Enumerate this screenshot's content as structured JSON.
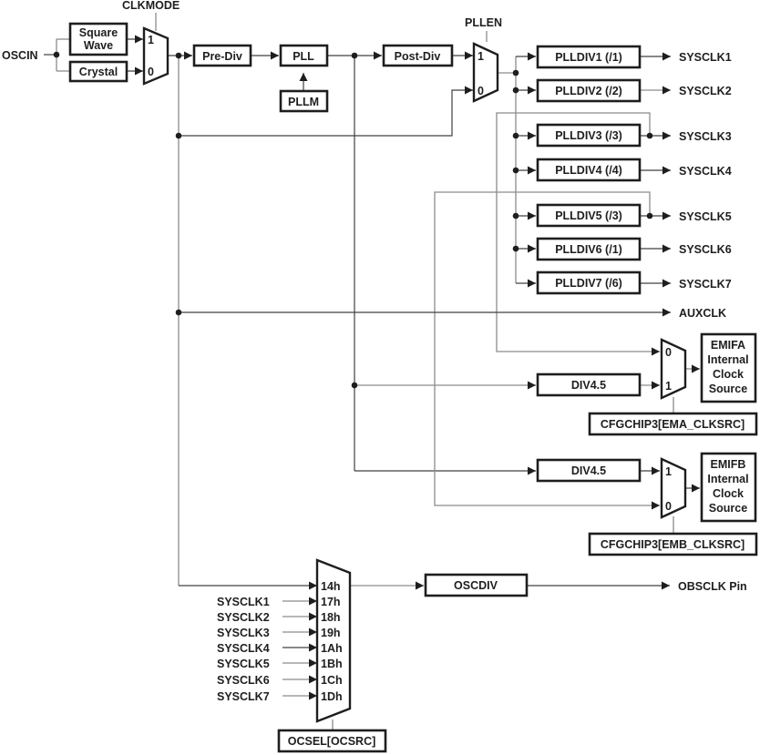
{
  "diagram": {
    "title_labels": {
      "input": "OSCIN",
      "clkmode": "CLKMODE",
      "pllen": "PLLEN"
    },
    "blocks": {
      "square_wave": [
        "Square",
        "Wave"
      ],
      "crystal": "Crystal",
      "pre_div": "Pre-Div",
      "pll": "PLL",
      "pllm": "PLLM",
      "post_div": "Post-Div",
      "plldivs": [
        "PLLDIV1 (/1)",
        "PLLDIV2 (/2)",
        "PLLDIV3 (/3)",
        "PLLDIV4 (/4)",
        "PLLDIV5 (/3)",
        "PLLDIV6 (/1)",
        "PLLDIV7 (/6)"
      ],
      "div45_a": "DIV4.5",
      "div45_b": "DIV4.5",
      "emifa": [
        "EMIFA",
        "Internal",
        "Clock",
        "Source"
      ],
      "emifb": [
        "EMIFB",
        "Internal",
        "Clock",
        "Source"
      ],
      "cfg_ema": "CFGCHIP3[EMA_CLKSRC]",
      "cfg_emb": "CFGCHIP3[EMB_CLKSRC]",
      "oscdiv": "OSCDIV",
      "ocsel": "OCSEL[OCSRC]"
    },
    "outputs": {
      "sysclks": [
        "SYSCLK1",
        "SYSCLK2",
        "SYSCLK3",
        "SYSCLK4",
        "SYSCLK5",
        "SYSCLK6",
        "SYSCLK7"
      ],
      "auxclk": "AUXCLK",
      "obsclk": "OBSCLK Pin"
    },
    "mux_inputs": {
      "clkmode": [
        "1",
        "0"
      ],
      "pllen": [
        "1",
        "0"
      ],
      "emifa": [
        "0",
        "1"
      ],
      "emifb": [
        "1",
        "0"
      ],
      "ocsel": [
        "14h",
        "17h",
        "18h",
        "19h",
        "1Ah",
        "1Bh",
        "1Ch",
        "1Dh"
      ]
    },
    "ocsel_input_labels": [
      "SYSCLK1",
      "SYSCLK2",
      "SYSCLK3",
      "SYSCLK4",
      "SYSCLK5",
      "SYSCLK6",
      "SYSCLK7"
    ]
  }
}
